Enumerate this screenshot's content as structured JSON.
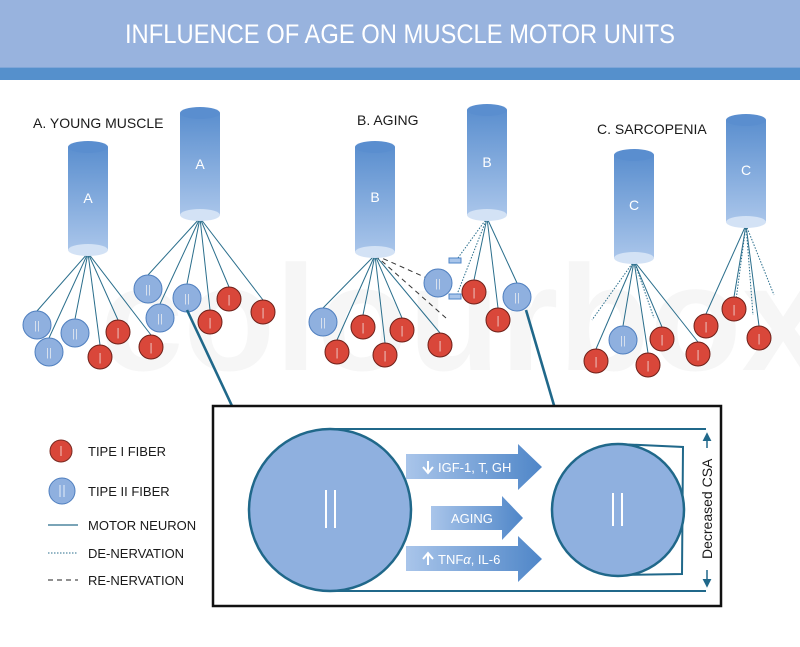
{
  "header": {
    "title": "INFLUENCE OF AGE ON MUSCLE MOTOR UNITS"
  },
  "colors": {
    "header_band": "#98b3de",
    "header_stripe": "#5590cc",
    "cylinder_top": "#5b8fcf",
    "cylinder_bottom": "#a9c5ea",
    "type_I_fiber": "#d9473a",
    "type_II_fiber": "#8fb0df",
    "neuron_line": "#2a6e8c",
    "box_border": "#111111"
  },
  "sections": [
    {
      "id": "A",
      "label": "A. YOUNG MUSCLE",
      "motor_units": [
        {
          "cylinder_label": "A",
          "fibers": [
            "II",
            "II",
            "II",
            "I",
            "I",
            "I"
          ],
          "nerve_types": [
            "motor-neuron"
          ]
        },
        {
          "cylinder_label": "A",
          "fibers": [
            "II",
            "II",
            "II",
            "I",
            "I",
            "I"
          ],
          "nerve_types": [
            "motor-neuron"
          ]
        }
      ]
    },
    {
      "id": "B",
      "label": "B. AGING",
      "motor_units": [
        {
          "cylinder_label": "B",
          "fibers": [
            "II",
            "I",
            "I",
            "I",
            "I",
            "I",
            "I"
          ],
          "nerve_types": [
            "motor-neuron",
            "re-nervation"
          ]
        },
        {
          "cylinder_label": "B",
          "fibers": [
            "I",
            "I",
            "II"
          ],
          "nerve_types": [
            "motor-neuron",
            "de-nervation"
          ]
        }
      ]
    },
    {
      "id": "C",
      "label": "C. SARCOPENIA",
      "motor_units": [
        {
          "cylinder_label": "C",
          "fibers": [
            "I",
            "II",
            "I",
            "I",
            "I"
          ],
          "nerve_types": [
            "motor-neuron",
            "de-nervation"
          ]
        },
        {
          "cylinder_label": "C",
          "fibers": [
            "I",
            "I",
            "I"
          ],
          "nerve_types": [
            "motor-neuron",
            "de-nervation"
          ]
        }
      ]
    }
  ],
  "fiber_marks": {
    "I": "|",
    "II": "||"
  },
  "legend": {
    "items": [
      {
        "symbol": "type-I-fiber",
        "label": "TIPE I FIBER"
      },
      {
        "symbol": "type-II-fiber",
        "label": "TIPE II FIBER"
      },
      {
        "symbol": "solid-line",
        "label": "MOTOR NEURON"
      },
      {
        "symbol": "dotted-line",
        "label": "DE-NERVATION"
      },
      {
        "symbol": "dashed-line",
        "label": "RE-NERVATION"
      }
    ]
  },
  "detail_box": {
    "large_fiber_mark": "||",
    "small_fiber_mark": "||",
    "arrows": [
      {
        "direction_icon": "down",
        "label": "IGF-1, T, GH"
      },
      {
        "direction_icon": "none",
        "label": "AGING"
      },
      {
        "direction_icon": "up",
        "label_prefix": "TNF",
        "label_greek": "α",
        "label_suffix": ", IL-6"
      }
    ],
    "csa_label": "Decreased CSA"
  },
  "watermark": "colourbox"
}
